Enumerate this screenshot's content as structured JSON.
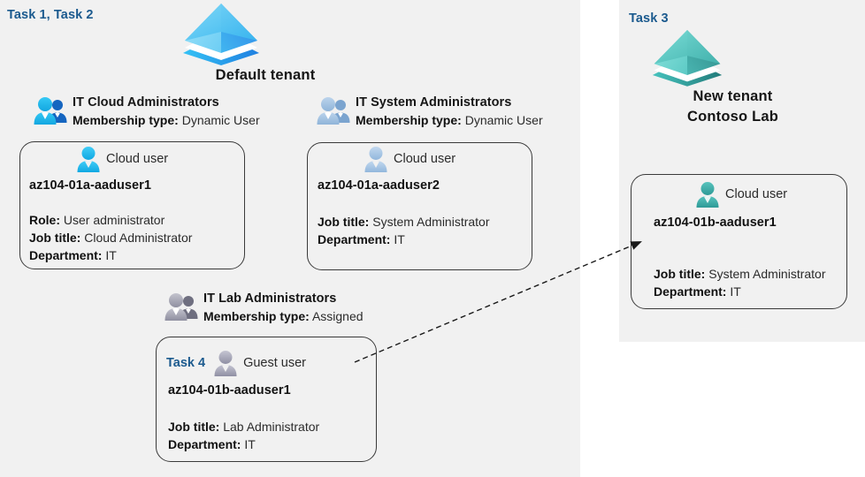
{
  "diagram": {
    "title": "Azure AD tenants, groups and users",
    "colors": {
      "panel_bg": "#f1f1f1",
      "page_bg": "#ffffff",
      "task_label": "#1b5a8e",
      "tenant_blue": "#32b5f0",
      "tenant_teal": "#3cb7b0",
      "icon_cyan": "#29c0f0",
      "icon_steel": "#9fbedd",
      "icon_grey": "#9a9aa8",
      "icon_teal": "#3fa8a4",
      "card_border": "#3a3a3a",
      "connector": "#1a1a1a"
    }
  },
  "left_panel": {
    "task_label": "Task 1, Task 2",
    "tenant": {
      "name": "Default tenant",
      "icon": "azure-ad-tenant-icon"
    },
    "groups": [
      {
        "id": "it-cloud-administrators",
        "icon": "group-users-icon",
        "name": "IT Cloud Administrators",
        "membership_label": "Membership type:",
        "membership_value": "Dynamic User",
        "user": {
          "icon": "cloud-user-icon",
          "kind": "Cloud user",
          "upn": "az104-01a-aaduser1",
          "props": [
            {
              "label": "Role:",
              "value": "User administrator"
            },
            {
              "label": "Job title:",
              "value": "Cloud Administrator"
            },
            {
              "label": "Department:",
              "value": "IT"
            }
          ]
        }
      },
      {
        "id": "it-system-administrators",
        "icon": "group-users-icon",
        "name": "IT System Administrators",
        "membership_label": "Membership type:",
        "membership_value": "Dynamic User",
        "user": {
          "icon": "cloud-user-icon",
          "kind": "Cloud user",
          "upn": "az104-01a-aaduser2",
          "props": [
            {
              "label": "Job title:",
              "value": "System Administrator"
            },
            {
              "label": "Department:",
              "value": "IT"
            }
          ]
        }
      },
      {
        "id": "it-lab-administrators",
        "icon": "group-users-icon",
        "name": "IT Lab Administrators",
        "membership_label": "Membership type:",
        "membership_value": "Assigned",
        "user": {
          "icon": "guest-user-icon",
          "task_tag": "Task 4",
          "kind": "Guest user",
          "upn": "az104-01b-aaduser1",
          "props": [
            {
              "label": "Job title:",
              "value": "Lab Administrator"
            },
            {
              "label": "Department:",
              "value": "IT"
            }
          ]
        }
      }
    ]
  },
  "right_panel": {
    "task_label": "Task 3",
    "tenant": {
      "name_line1": "New  tenant",
      "name_line2": "Contoso Lab",
      "icon": "azure-ad-tenant-icon"
    },
    "user": {
      "icon": "cloud-user-icon",
      "kind": "Cloud user",
      "upn": "az104-01b-aaduser1",
      "props": [
        {
          "label": "Job title:",
          "value": "System Administrator"
        },
        {
          "label": "Department:",
          "value": "IT"
        }
      ]
    }
  },
  "connector": {
    "style": "dashed-arrow",
    "from": "guest-user-card",
    "to": "contoso-lab-user-card"
  }
}
